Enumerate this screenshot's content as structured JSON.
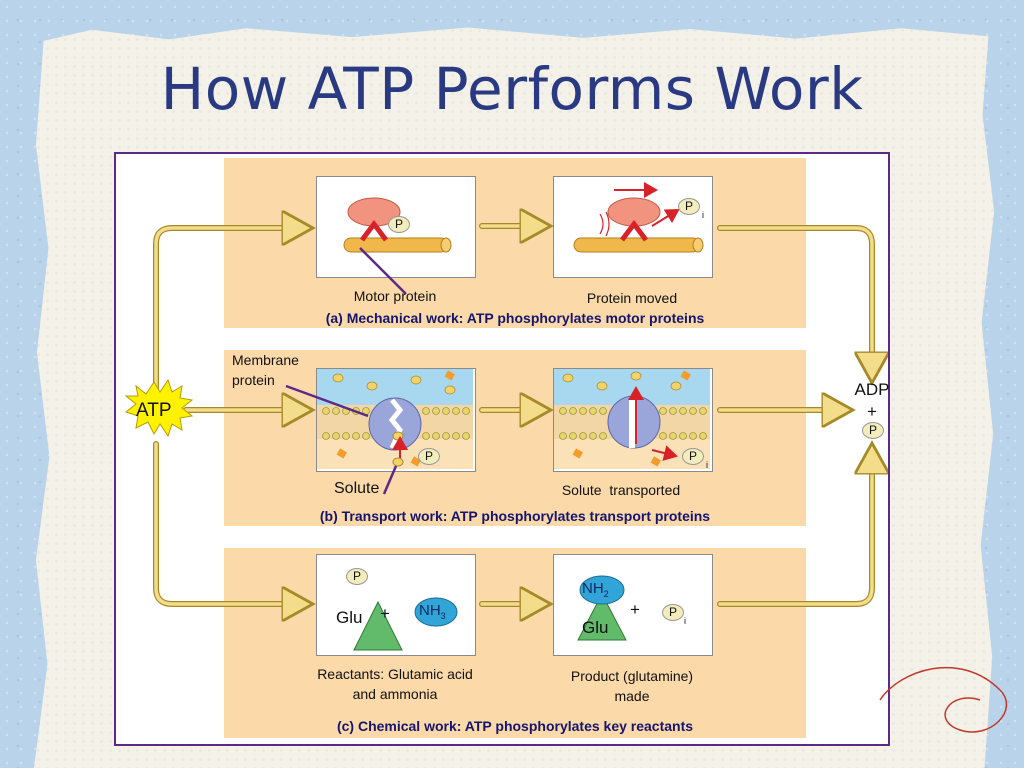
{
  "title": "How ATP Performs Work",
  "atp": "ATP",
  "adp": {
    "line1": "ADP",
    "line2": "+",
    "p": "P"
  },
  "mechanical": {
    "left_label": "Motor protein",
    "right_label": "Protein moved",
    "caption": "(a) Mechanical work: ATP phosphorylates motor proteins",
    "p": "P",
    "pi": "P",
    "i": "i"
  },
  "transport": {
    "membrane_label_1": "Membrane",
    "membrane_label_2": "protein",
    "solute": "Solute",
    "solute_transported": "Solute  transported",
    "caption": "(b) Transport work: ATP phosphorylates transport proteins",
    "p": "P",
    "pi": "P",
    "i": "i"
  },
  "chemical": {
    "p": "P",
    "glu": "Glu",
    "plus": "+",
    "nh3": "NH",
    "nh3_sub": "3",
    "nh2": "NH",
    "nh2_sub": "2",
    "pi": "P",
    "i": "i",
    "left_label_1": "Reactants: Glutamic acid",
    "left_label_2": "and ammonia",
    "right_label_1": "Product (glutamine)",
    "right_label_2": "made",
    "caption": "(c) Chemical work: ATP phosphorylates key reactants"
  },
  "colors": {
    "title": "#2a3a82",
    "frame": "#5b2a86",
    "band": "#fbd9a9",
    "arrow": "#f3dd8a",
    "caption": "#15156e"
  }
}
